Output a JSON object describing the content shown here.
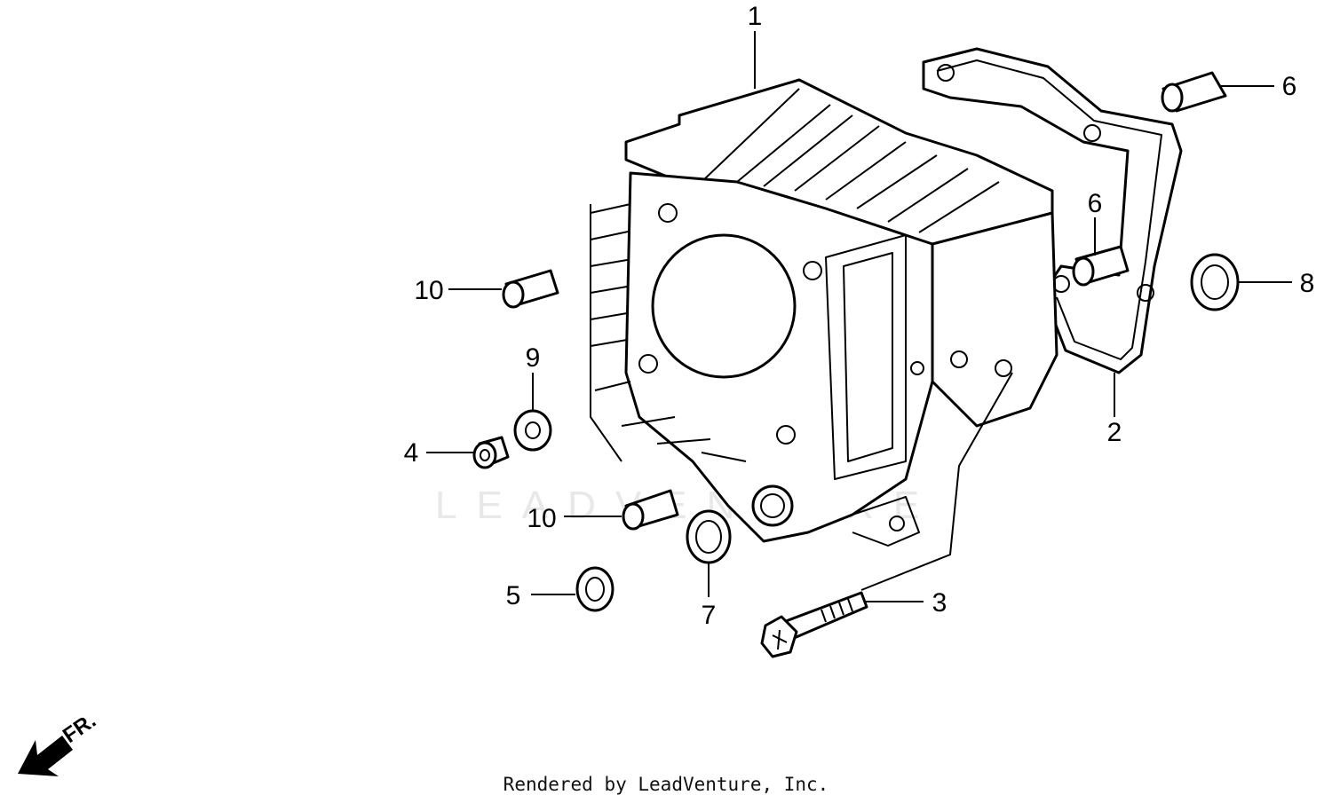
{
  "callouts": {
    "c1": "1",
    "c2": "2",
    "c3": "3",
    "c4": "4",
    "c5": "5",
    "c6a": "6",
    "c6b": "6",
    "c7": "7",
    "c8": "8",
    "c9": "9",
    "c10a": "10",
    "c10b": "10"
  },
  "direction": {
    "label": "FR.",
    "icon": "front-arrow-icon"
  },
  "watermark": "LEADVENTURE",
  "credit": "Rendered by LeadVenture, Inc.",
  "colors": {
    "line": "#000000",
    "background": "#ffffff",
    "watermark": "#e8e8e8"
  }
}
